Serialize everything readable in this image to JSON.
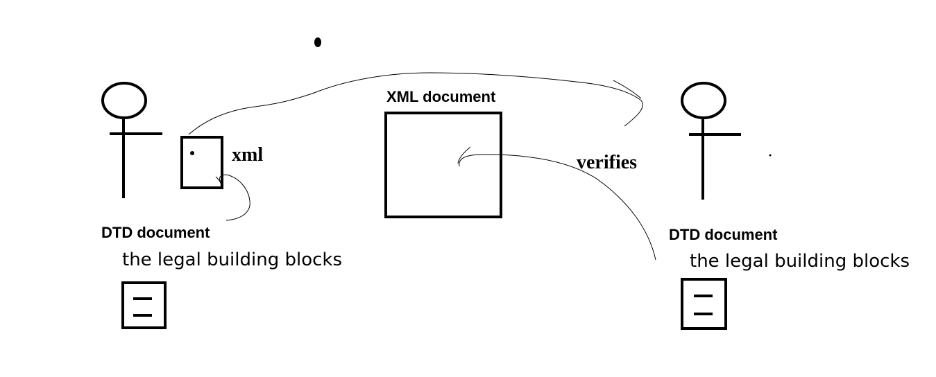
{
  "diagram": {
    "xml_box_label": "XML document",
    "xml_arrow_label": "xml",
    "verifies_label": "verifies",
    "left": {
      "title": "DTD document",
      "subtitle": "the legal building blocks"
    },
    "right": {
      "title": "DTD document",
      "subtitle": "the legal building blocks"
    }
  },
  "colors": {
    "ink": "#000000",
    "background": "#ffffff"
  }
}
